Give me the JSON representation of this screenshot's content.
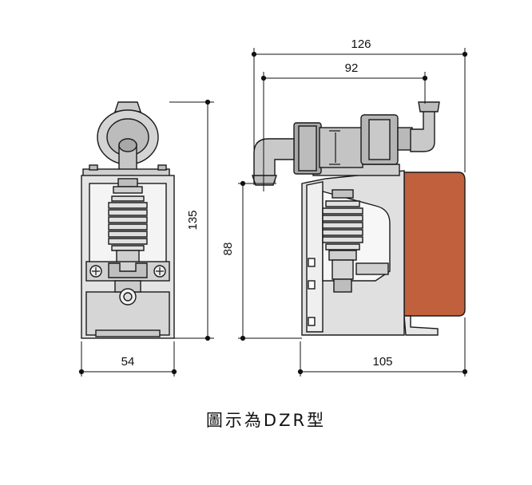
{
  "figure": {
    "caption": "圖示為DZR型"
  },
  "dimensions": {
    "front_height": "135",
    "front_width": "54",
    "side_overall_width": "126",
    "side_pipe_width": "92",
    "side_height": "88",
    "side_body_width": "105"
  },
  "colors": {
    "line": "#1a1a1a",
    "body_fill": "#dedede",
    "body_dark": "#a9a9a9",
    "motor_fill": "#c0603d",
    "frame_fill": "#ececec"
  }
}
